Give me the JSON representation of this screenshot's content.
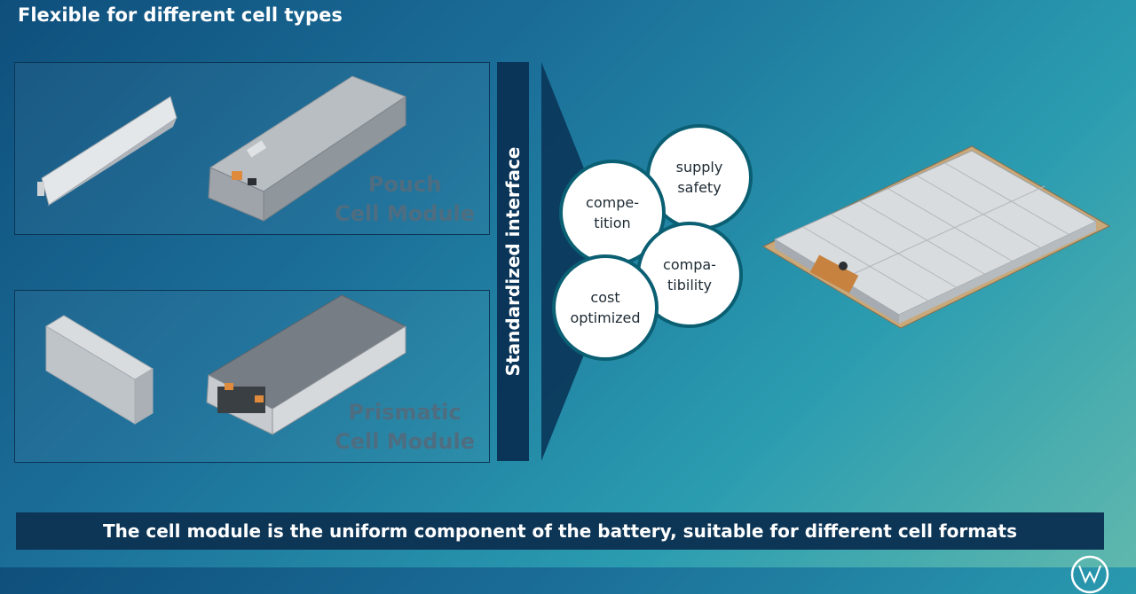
{
  "page": {
    "title": "Flexible for different cell types",
    "interface_label": "Standardized interface",
    "footer": "The cell module is the uniform component of the battery, suitable for different cell formats"
  },
  "modules": [
    {
      "label_line1": "Pouch",
      "label_line2": "Cell Module"
    },
    {
      "label_line1": "Prismatic",
      "label_line2": "Cell Module"
    }
  ],
  "benefits": [
    {
      "text": "supply\nsafety"
    },
    {
      "text": "compe-\ntition"
    },
    {
      "text": "compa-\ntibility"
    },
    {
      "text": "cost\noptimized"
    }
  ],
  "colors": {
    "brand_dark": "#0a3559",
    "circle_border": "#0b5f73"
  },
  "icons": {
    "logo": "vw-logo-icon"
  }
}
